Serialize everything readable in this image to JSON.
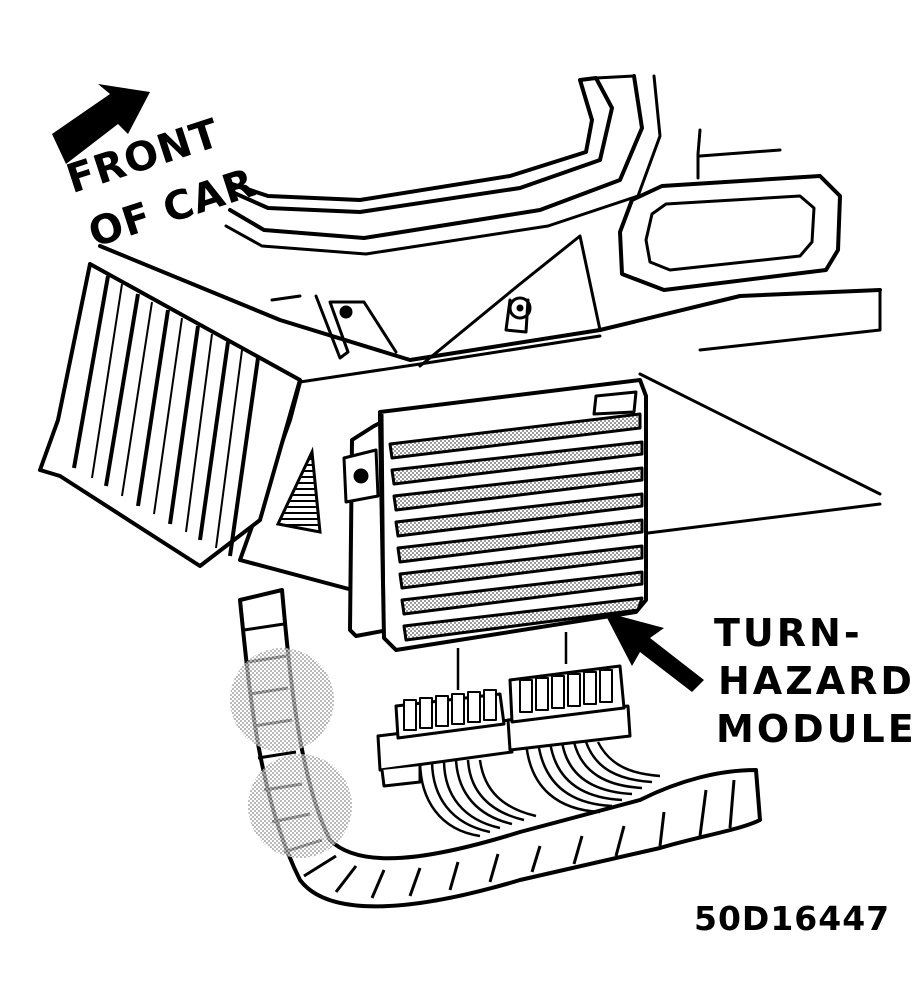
{
  "labels": {
    "front_of_car": [
      "FRONT",
      "OF CAR"
    ],
    "module": [
      "TURN-",
      "HAZARD",
      "MODULE"
    ],
    "figure_code": "50D16447"
  },
  "colors": {
    "ink": "#000000",
    "paper": "#ffffff",
    "shade": "#bdbdbd"
  }
}
